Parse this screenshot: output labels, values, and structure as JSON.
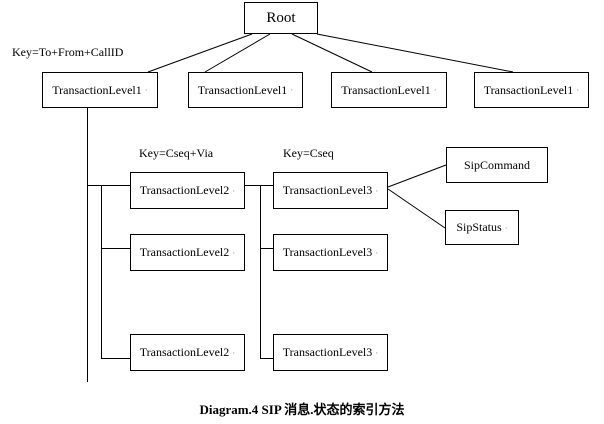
{
  "diagram": {
    "caption": "Diagram.4 SIP 消息.状态的索引方法",
    "annotations": {
      "level1_key": "Key=To+From+CallID",
      "level2_key": "Key=Cseq+Via",
      "level3_key": "Key=Cseq"
    },
    "nodes": {
      "root": {
        "label": "Root",
        "mark": ""
      },
      "tl1_1": {
        "label": "TransactionLevel1",
        "mark": "·"
      },
      "tl1_2": {
        "label": "TransactionLevel1",
        "mark": "·"
      },
      "tl1_3": {
        "label": "TransactionLevel1",
        "mark": "·"
      },
      "tl1_4": {
        "label": "TransactionLevel1",
        "mark": "·"
      },
      "tl2_1": {
        "label": "TransactionLevel2",
        "mark": "·"
      },
      "tl2_2": {
        "label": "TransactionLevel2",
        "mark": "·"
      },
      "tl2_3": {
        "label": "TransactionLevel2",
        "mark": "·"
      },
      "tl3_1": {
        "label": "TransactionLevel3",
        "mark": "·"
      },
      "tl3_2": {
        "label": "TransactionLevel3",
        "mark": "·"
      },
      "tl3_3": {
        "label": "TransactionLevel3",
        "mark": "·"
      },
      "sip_command": {
        "label": "SipCommand",
        "mark": ""
      },
      "sip_status": {
        "label": "SipStatus",
        "mark": "·"
      }
    },
    "edges": [
      {
        "from": "root",
        "to": "tl1_1"
      },
      {
        "from": "root",
        "to": "tl1_2"
      },
      {
        "from": "root",
        "to": "tl1_3"
      },
      {
        "from": "root",
        "to": "tl1_4"
      },
      {
        "from": "tl1_1",
        "to": "tl2_1"
      },
      {
        "from": "tl1_1",
        "to": "tl2_2"
      },
      {
        "from": "tl1_1",
        "to": "tl2_3"
      },
      {
        "from": "tl2_1",
        "to": "tl3_1"
      },
      {
        "from": "tl2_1",
        "to": "tl3_2"
      },
      {
        "from": "tl2_1",
        "to": "tl3_3"
      },
      {
        "from": "tl3_1",
        "to": "sip_command"
      },
      {
        "from": "tl3_1",
        "to": "sip_status"
      }
    ],
    "colors": {
      "background": "#ffffff",
      "line": "#000000",
      "box_border": "#000000",
      "box_fill": "#ffffff",
      "text": "#000000"
    }
  }
}
